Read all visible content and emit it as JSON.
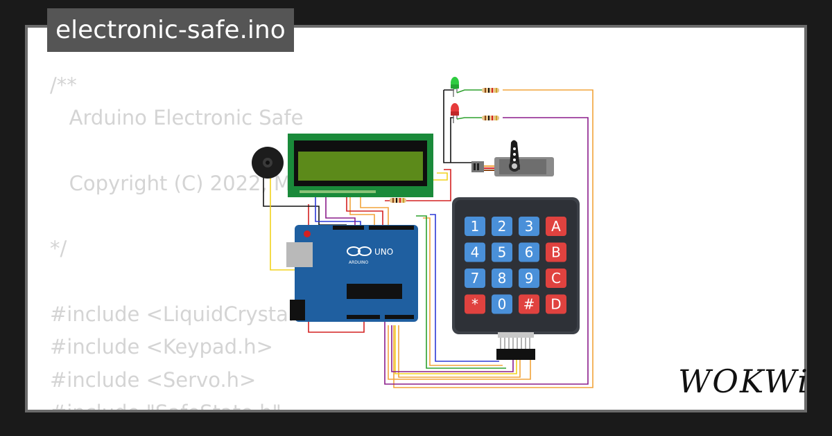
{
  "file_tab": {
    "title": "electronic-safe.ino"
  },
  "code_lines": [
    "/**",
    "   Arduino Electronic Safe",
    "",
    "   Copyright (C) 2022, M",
    "",
    "*/",
    "",
    "#include <LiquidCrystal.h",
    "#include <Keypad.h>",
    "#include <Servo.h>",
    "#include \"SafeState.h\""
  ],
  "keypad": {
    "rows": [
      [
        "1",
        "2",
        "3",
        "A"
      ],
      [
        "4",
        "5",
        "6",
        "B"
      ],
      [
        "7",
        "8",
        "9",
        "C"
      ],
      [
        "*",
        "0",
        "#",
        "D"
      ]
    ]
  },
  "arduino": {
    "logo": "UNO",
    "brand": "ARDUINO"
  },
  "brand": {
    "name": "WOKWi"
  },
  "colors": {
    "background": "#1a1a1a",
    "card": "#ffffff",
    "tab": "#555555",
    "lcd_board": "#1a8a3a",
    "lcd_screen": "#5c8a1a",
    "arduino_board": "#1f5fa0",
    "keypad_body": "#3d4148",
    "key_blue": "#4a90d9",
    "key_red": "#e0423f",
    "led_green": "#2ecc40",
    "led_red": "#e63b3b",
    "wire_orange": "#f2a33a",
    "wire_purple": "#8a1c8a",
    "wire_red": "#d42020",
    "wire_black": "#111111",
    "wire_yellow": "#f2d21c",
    "wire_blue": "#2b39d6",
    "wire_green": "#2ca02c"
  },
  "icons": [
    "buzzer-icon",
    "servo-icon",
    "led-icon",
    "resistor-icon"
  ]
}
